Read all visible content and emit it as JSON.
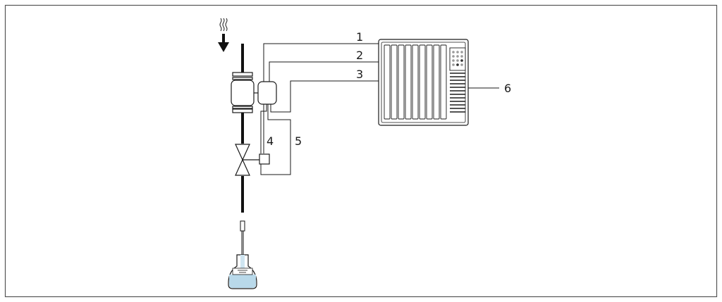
{
  "diagram": {
    "callouts": {
      "c1": "1",
      "c2": "2",
      "c3": "3",
      "c4": "4",
      "c5": "5",
      "c6": "6"
    },
    "colors": {
      "line": "#1a1a1a",
      "frame": "#555555",
      "liquid": "#b9d9ea",
      "pipe": "#111111"
    }
  }
}
